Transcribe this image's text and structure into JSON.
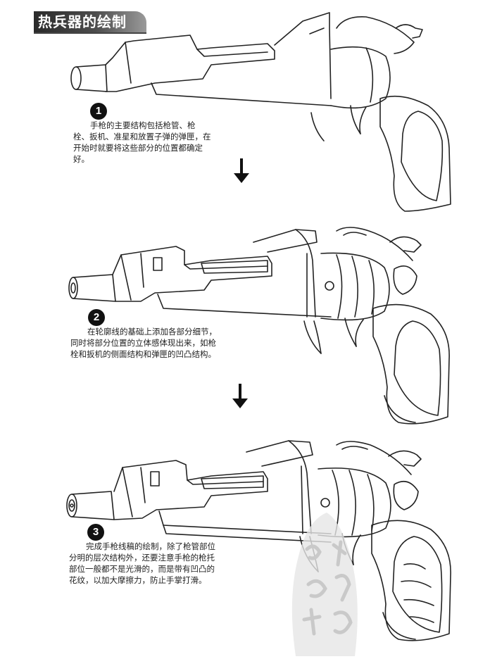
{
  "header": {
    "title": "热兵器的绘制"
  },
  "steps": [
    {
      "number": "1",
      "text": "手枪的主要结构包括枪管、枪栓、扳机、准星和放置子弹的弹匣，在开始时就要将这些部分的位置都确定好。"
    },
    {
      "number": "2",
      "text": "在轮廓线的基础上添加各部分细节，同时将部分位置的立体感体现出来，如枪栓和扳机的侧面结构和弹匣的凹凸结构。"
    },
    {
      "number": "3",
      "text": "完成手枪线稿的绘制，除了枪管部位分明的层次结构外，还要注意手枪的枪托部位一般都不是光滑的，而是带有凹凸的花纹，以加大摩擦力，防止手掌打滑。"
    }
  ],
  "icons": {
    "arrow": "arrow-down-icon",
    "watermark": "seal-watermark"
  }
}
